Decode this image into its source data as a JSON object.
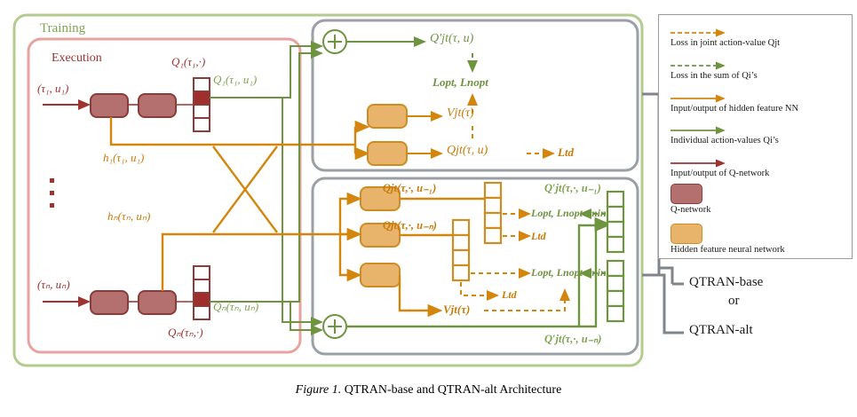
{
  "figure": {
    "caption_prefix": "Figure 1.",
    "caption_text": "QTRAN-base and QTRAN-alt Architecture"
  },
  "containers": {
    "training_label": "Training",
    "execution_label": "Execution",
    "training_border_color": "#b3cc8e",
    "execution_border_color": "#e7a3a0",
    "module_border_color": "#9aa0a6"
  },
  "colors": {
    "q_network_fill": "#b3706f",
    "q_network_border": "#8d3b38",
    "hidden_nn_fill": "#e8b46c",
    "hidden_nn_border": "#cf8c22",
    "green_line": "#6f9440",
    "orange_line": "#d3860b",
    "red_line": "#9e3330",
    "gray_bracket": "#7f858a",
    "cell_highlight": "#9e2f2c"
  },
  "agents": [
    {
      "id": "agent-1",
      "input_label": "(τ₁, u₁)",
      "q_vector_label": "Q₁(τ₁,·)",
      "q_value_label": "Q₁(τ₁, u₁)",
      "hidden_label": "h₁(τ₁, u₁)",
      "cells": 4,
      "highlighted_cell_index": 1
    },
    {
      "id": "agent-n",
      "input_label": "(τₙ, uₙ)",
      "q_vector_label": "Qₙ(τₙ,·)",
      "q_value_label": "Qₙ(τₙ, uₙ)",
      "hidden_label": "hₙ(τₙ, uₙ)",
      "cells": 4,
      "highlighted_cell_index": 2
    }
  ],
  "ellipsis": "⋮",
  "qtran_base": {
    "sum_symbol": "+",
    "q_prime_jt": "Q′jt(τ, u)",
    "loss_opt_nopt": "Lopt, Lnopt",
    "v_jt": "Vjt(τ)",
    "q_jt": "Qjt(τ, u)",
    "loss_td": "Ltd"
  },
  "qtran_alt": {
    "sum_symbol": "+",
    "q_jt_u1": "Qjt(τ,·, u₋₁)",
    "q_jt_un": "Qjt(τ,·, u₋ₙ)",
    "q_prime_jt_u1": "Q′jt(τ,·, u₋₁)",
    "q_prime_jt_un": "Q′jt(τ,·, u₋ₙ)",
    "loss_opt_nopt_min_top": "Lopt, Lnopt−min",
    "loss_opt_nopt_min_bottom": "Lopt, Lnopt−min",
    "loss_td_top": "Ltd",
    "loss_td_bottom": "Ltd",
    "v_jt": "Vjt(τ)",
    "vector_cells": 4
  },
  "bracket": {
    "line1": "QTRAN-base",
    "line2": "or",
    "line3": "QTRAN-alt"
  },
  "legend": {
    "items": [
      {
        "icon": "dashed-arrow-orange",
        "label": "Loss in joint action-value Qjt"
      },
      {
        "icon": "dashed-arrow-green",
        "label": "Loss in the sum of Qi’s"
      },
      {
        "icon": "solid-arrow-orange",
        "label": "Input/output of hidden feature NN"
      },
      {
        "icon": "solid-arrow-green",
        "label": "Individual action-values Qi’s"
      },
      {
        "icon": "solid-arrow-red",
        "label": "Input/output of Q-network"
      },
      {
        "icon": "swatch-q-network",
        "label": "Q-network"
      },
      {
        "icon": "swatch-hidden-nn",
        "label": "Hidden feature neural network"
      }
    ]
  }
}
